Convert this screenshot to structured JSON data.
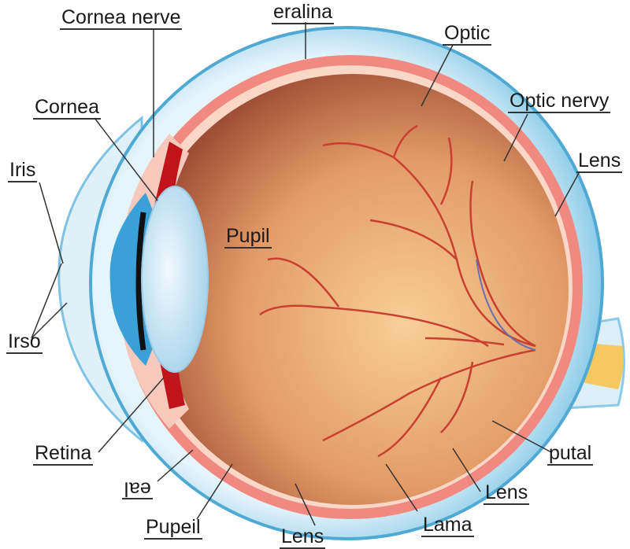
{
  "title": "Eye anatomy diagram",
  "labels": {
    "cornea_nerve": "Cornea   nerve",
    "eralina": "eralina",
    "optic": "Optic",
    "optic_nervy": "Optic nervy",
    "lens_right": "Lens",
    "cornea": "Cornea",
    "iris": "Iris",
    "pupil": "Pupil",
    "irso": "Irso",
    "retina": "Retina",
    "garbled": "ꞁɐǝ",
    "pupeil": "Pupeil",
    "lens_bottom": "Lens",
    "lama": "Lama",
    "lens_lower_right": "Lens",
    "putal": "putal"
  },
  "colors": {
    "sclera": "#a9d8ec",
    "sclera_edge": "#4fa9d3",
    "choroid": "#f08a80",
    "interior_dark": "#8e3a2a",
    "interior_light": "#f6c08a",
    "vessel": "#c8402f",
    "iris_blue": "#3aa0d8",
    "ciliary_red": "#c0141a",
    "optic_nerve": "#f5c860"
  }
}
